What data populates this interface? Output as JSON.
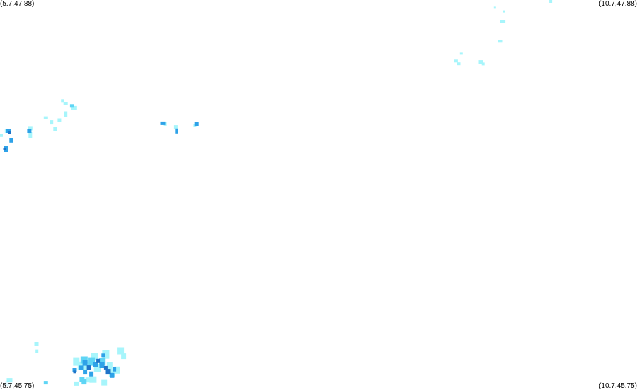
{
  "corners": {
    "top_left": "(5.7,47.88)",
    "top_right": "(10.7,47.88)",
    "bottom_left": "(5.7,45.75)",
    "bottom_right": "(10.7,45.75)"
  },
  "bounds": {
    "lon_min": 5.7,
    "lon_max": 10.7,
    "lat_min": 45.75,
    "lat_max": 47.88
  },
  "intensity_colors": {
    "light": "#a7f5fb",
    "medium": "#5fd5f5",
    "strong": "#2ea2e8",
    "heavy": "#1f74c8"
  },
  "precip_cells": [
    {
      "lon": 5.76,
      "lat": 47.166,
      "level": "light",
      "w": 8,
      "h": 6
    },
    {
      "lon": 5.769,
      "lat": 47.166,
      "level": "strong",
      "w": 7,
      "h": 6
    },
    {
      "lon": 5.775,
      "lat": 47.158,
      "level": "heavy",
      "w": 5,
      "h": 4
    },
    {
      "lon": 5.705,
      "lat": 47.14,
      "level": "light",
      "w": 4,
      "h": 4
    },
    {
      "lon": 5.788,
      "lat": 47.113,
      "level": "strong",
      "w": 5,
      "h": 6
    },
    {
      "lon": 5.745,
      "lat": 47.066,
      "level": "strong",
      "w": 6,
      "h": 8
    },
    {
      "lon": 5.736,
      "lat": 47.066,
      "level": "heavy",
      "w": 4,
      "h": 4
    },
    {
      "lon": 5.93,
      "lat": 47.166,
      "level": "strong",
      "w": 6,
      "h": 6
    },
    {
      "lon": 5.938,
      "lat": 47.178,
      "level": "light",
      "w": 6,
      "h": 5
    },
    {
      "lon": 5.938,
      "lat": 47.143,
      "level": "light",
      "w": 5,
      "h": 8
    },
    {
      "lon": 6.06,
      "lat": 47.237,
      "level": "light",
      "w": 6,
      "h": 4
    },
    {
      "lon": 6.104,
      "lat": 47.212,
      "level": "light",
      "w": 5,
      "h": 6
    },
    {
      "lon": 6.132,
      "lat": 47.174,
      "level": "light",
      "w": 5,
      "h": 6
    },
    {
      "lon": 6.166,
      "lat": 47.224,
      "level": "light",
      "w": 5,
      "h": 5
    },
    {
      "lon": 6.215,
      "lat": 47.257,
      "level": "light",
      "w": 5,
      "h": 8
    },
    {
      "lon": 6.282,
      "lat": 47.29,
      "level": "light",
      "w": 8,
      "h": 6
    },
    {
      "lon": 6.266,
      "lat": 47.302,
      "level": "medium",
      "w": 6,
      "h": 5
    },
    {
      "lon": 6.215,
      "lat": 47.315,
      "level": "light",
      "w": 6,
      "h": 4
    },
    {
      "lon": 6.19,
      "lat": 47.329,
      "level": "light",
      "w": 4,
      "h": 5
    },
    {
      "lon": 6.978,
      "lat": 47.207,
      "level": "strong",
      "w": 7,
      "h": 5
    },
    {
      "lon": 6.998,
      "lat": 47.203,
      "level": "light",
      "w": 4,
      "h": 5
    },
    {
      "lon": 7.08,
      "lat": 47.185,
      "level": "light",
      "w": 5,
      "h": 6
    },
    {
      "lon": 7.085,
      "lat": 47.165,
      "level": "strong",
      "w": 4,
      "h": 7
    },
    {
      "lon": 7.243,
      "lat": 47.201,
      "level": "strong",
      "w": 6,
      "h": 6
    },
    {
      "lon": 7.23,
      "lat": 47.195,
      "level": "light",
      "w": 4,
      "h": 5
    },
    {
      "lon": 5.986,
      "lat": 46.001,
      "level": "light",
      "w": 6,
      "h": 6
    },
    {
      "lon": 5.99,
      "lat": 45.962,
      "level": "light",
      "w": 4,
      "h": 5
    },
    {
      "lon": 5.775,
      "lat": 45.796,
      "level": "light",
      "w": 8,
      "h": 10
    },
    {
      "lon": 5.755,
      "lat": 45.785,
      "level": "medium",
      "w": 6,
      "h": 6
    },
    {
      "lon": 6.06,
      "lat": 45.79,
      "level": "medium",
      "w": 6,
      "h": 5
    },
    {
      "lon": 6.299,
      "lat": 45.906,
      "level": "light",
      "w": 9,
      "h": 12
    },
    {
      "lon": 6.338,
      "lat": 45.882,
      "level": "light",
      "w": 10,
      "h": 12
    },
    {
      "lon": 6.36,
      "lat": 45.914,
      "level": "medium",
      "w": 10,
      "h": 10
    },
    {
      "lon": 6.379,
      "lat": 45.882,
      "level": "light",
      "w": 9,
      "h": 12
    },
    {
      "lon": 6.42,
      "lat": 45.906,
      "level": "medium",
      "w": 9,
      "h": 12
    },
    {
      "lon": 6.44,
      "lat": 45.934,
      "level": "light",
      "w": 10,
      "h": 10
    },
    {
      "lon": 6.465,
      "lat": 45.87,
      "level": "light",
      "w": 10,
      "h": 12
    },
    {
      "lon": 6.504,
      "lat": 45.905,
      "level": "medium",
      "w": 9,
      "h": 11
    },
    {
      "lon": 6.53,
      "lat": 45.944,
      "level": "light",
      "w": 10,
      "h": 12
    },
    {
      "lon": 6.56,
      "lat": 45.88,
      "level": "light",
      "w": 8,
      "h": 12
    },
    {
      "lon": 6.58,
      "lat": 45.84,
      "level": "light",
      "w": 9,
      "h": 10
    },
    {
      "lon": 6.43,
      "lat": 45.807,
      "level": "light",
      "w": 10,
      "h": 9
    },
    {
      "lon": 6.36,
      "lat": 45.796,
      "level": "medium",
      "w": 7,
      "h": 8
    },
    {
      "lon": 6.3,
      "lat": 45.785,
      "level": "light",
      "w": 6,
      "h": 6
    },
    {
      "lon": 6.518,
      "lat": 45.79,
      "level": "light",
      "w": 8,
      "h": 8
    },
    {
      "lon": 6.62,
      "lat": 45.859,
      "level": "light",
      "w": 8,
      "h": 10
    },
    {
      "lon": 6.648,
      "lat": 45.964,
      "level": "light",
      "w": 9,
      "h": 10
    },
    {
      "lon": 6.67,
      "lat": 45.935,
      "level": "light",
      "w": 7,
      "h": 8
    },
    {
      "lon": 6.336,
      "lat": 45.872,
      "level": "strong",
      "w": 6,
      "h": 6
    },
    {
      "lon": 6.367,
      "lat": 45.898,
      "level": "strong",
      "w": 7,
      "h": 8
    },
    {
      "lon": 6.367,
      "lat": 45.848,
      "level": "strong",
      "w": 6,
      "h": 7
    },
    {
      "lon": 6.398,
      "lat": 45.873,
      "level": "heavy",
      "w": 6,
      "h": 6
    },
    {
      "lon": 6.417,
      "lat": 45.838,
      "level": "strong",
      "w": 6,
      "h": 7
    },
    {
      "lon": 6.448,
      "lat": 45.89,
      "level": "strong",
      "w": 7,
      "h": 7
    },
    {
      "lon": 6.47,
      "lat": 45.909,
      "level": "heavy",
      "w": 5,
      "h": 6
    },
    {
      "lon": 6.5,
      "lat": 45.885,
      "level": "strong",
      "w": 7,
      "h": 8
    },
    {
      "lon": 6.53,
      "lat": 45.872,
      "level": "heavy",
      "w": 5,
      "h": 5
    },
    {
      "lon": 6.55,
      "lat": 45.85,
      "level": "heavy",
      "w": 7,
      "h": 8
    },
    {
      "lon": 6.58,
      "lat": 45.83,
      "level": "strong",
      "w": 6,
      "h": 7
    },
    {
      "lon": 6.598,
      "lat": 45.863,
      "level": "strong",
      "w": 5,
      "h": 6
    },
    {
      "lon": 6.51,
      "lat": 45.94,
      "level": "strong",
      "w": 5,
      "h": 5
    },
    {
      "lon": 6.286,
      "lat": 45.86,
      "level": "strong",
      "w": 6,
      "h": 5
    },
    {
      "lon": 6.286,
      "lat": 45.849,
      "level": "heavy",
      "w": 4,
      "h": 4
    },
    {
      "lon": 6.344,
      "lat": 45.81,
      "level": "medium",
      "w": 7,
      "h": 7
    },
    {
      "lon": 6.39,
      "lat": 45.805,
      "level": "light",
      "w": 7,
      "h": 7
    },
    {
      "lon": 10.023,
      "lat": 47.894,
      "level": "light",
      "w": 4,
      "h": 4
    },
    {
      "lon": 9.585,
      "lat": 47.838,
      "level": "light",
      "w": 3,
      "h": 3
    },
    {
      "lon": 9.658,
      "lat": 47.818,
      "level": "light",
      "w": 3,
      "h": 3
    },
    {
      "lon": 9.645,
      "lat": 47.763,
      "level": "light",
      "w": 8,
      "h": 4
    },
    {
      "lon": 9.625,
      "lat": 47.655,
      "level": "light",
      "w": 6,
      "h": 4
    },
    {
      "lon": 9.321,
      "lat": 47.587,
      "level": "light",
      "w": 4,
      "h": 3
    },
    {
      "lon": 9.28,
      "lat": 47.547,
      "level": "light",
      "w": 5,
      "h": 4
    },
    {
      "lon": 9.3,
      "lat": 47.532,
      "level": "light",
      "w": 5,
      "h": 4
    },
    {
      "lon": 9.475,
      "lat": 47.542,
      "level": "light",
      "w": 6,
      "h": 5
    },
    {
      "lon": 9.493,
      "lat": 47.531,
      "level": "light",
      "w": 4,
      "h": 4
    }
  ]
}
